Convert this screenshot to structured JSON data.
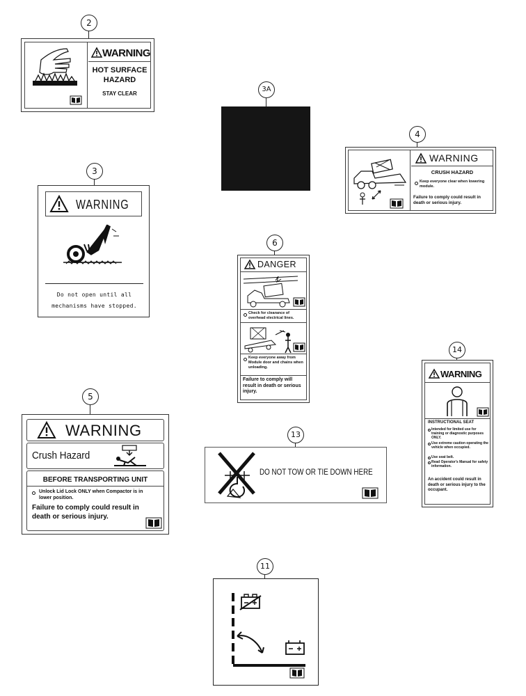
{
  "callouts": {
    "c2": "2",
    "c3a": "3A",
    "c4": "4",
    "c3": "3",
    "c6": "6",
    "c14": "14",
    "c5": "5",
    "c13": "13",
    "c11": "11"
  },
  "decal2": {
    "header": "WARNING",
    "line1": "HOT SURFACE",
    "line2": "HAZARD",
    "line3": "STAY CLEAR"
  },
  "decal4": {
    "header": "WARNING",
    "title": "CRUSH HAZARD",
    "bullet": "Keep everyone clear when lowering module.",
    "footer": "Failure to comply could result in death or serious injury."
  },
  "decal3": {
    "header": "WARNING",
    "body": "Do not open until all mechanisms have stopped."
  },
  "decal6": {
    "header": "DANGER",
    "text1": "Check for clearance of overhead electrical lines.",
    "text2": "Keep everyone away from Module door and chains when unloading.",
    "footer": "Failure to comply will result in death or serious injury."
  },
  "decal14": {
    "header": "WARNING",
    "title": "INSTRUCTIONAL SEAT",
    "bullets": [
      "Intended for limited use for training or diagnostic purposes ONLY.",
      "Use extreme caution operating the vehicle when occupied.",
      "Use seat belt.",
      "Read Operator's Manual for safety information."
    ],
    "footer": "An accident could result in death or serious injury to the occupant."
  },
  "decal5": {
    "header": "WARNING",
    "title": "Crush Hazard",
    "subtitle": "BEFORE TRANSPORTING UNIT",
    "bullet": "Unlock Lid Lock ONLY when Compactor is in lower position.",
    "footer": "Failure to comply could result in death or serious injury."
  },
  "decal13": {
    "text": "DO NOT TOW OR TIE DOWN HERE"
  },
  "icons": {
    "manual": "manual-book-icon",
    "warning": "warning-triangle-icon",
    "battery": "battery-icon"
  }
}
